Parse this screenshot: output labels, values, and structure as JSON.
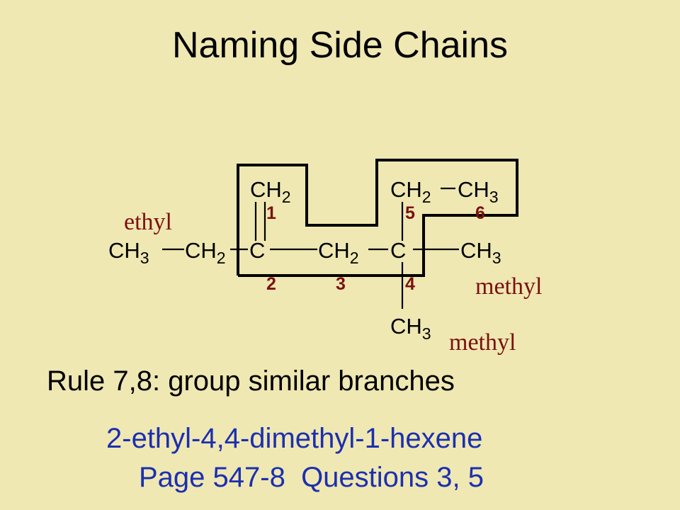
{
  "slide": {
    "title": "Naming Side Chains",
    "rule": "Rule 7,8: group similar branches",
    "compound_name": "2-ethyl-4,4-dimethyl-1-hexene",
    "reference": "Page 547-8  Questions 3, 5"
  },
  "structure": {
    "groups": {
      "ch3_left": {
        "base": "CH",
        "sub": "3"
      },
      "ch2_left": {
        "base": "CH",
        "sub": "2"
      },
      "c2": {
        "base": "C",
        "sub": ""
      },
      "ch2_c3": {
        "base": "CH",
        "sub": "2"
      },
      "c4": {
        "base": "C",
        "sub": ""
      },
      "ch3_right": {
        "base": "CH",
        "sub": "3"
      },
      "ch2_c1": {
        "base": "CH",
        "sub": "2"
      },
      "ch2_c5": {
        "base": "CH",
        "sub": "2"
      },
      "ch3_c6": {
        "base": "CH",
        "sub": "3"
      },
      "ch3_bottom": {
        "base": "CH",
        "sub": "3"
      }
    },
    "numbers": {
      "n1": "1",
      "n2": "2",
      "n3": "3",
      "n4": "4",
      "n5": "5",
      "n6": "6"
    },
    "labels": {
      "ethyl": "ethyl",
      "methyl_right": "methyl",
      "methyl_bottom": "methyl"
    }
  },
  "colors": {
    "background": "#EFE8B3",
    "numbering": "#7B1010",
    "name_text": "#1C2FB0"
  }
}
